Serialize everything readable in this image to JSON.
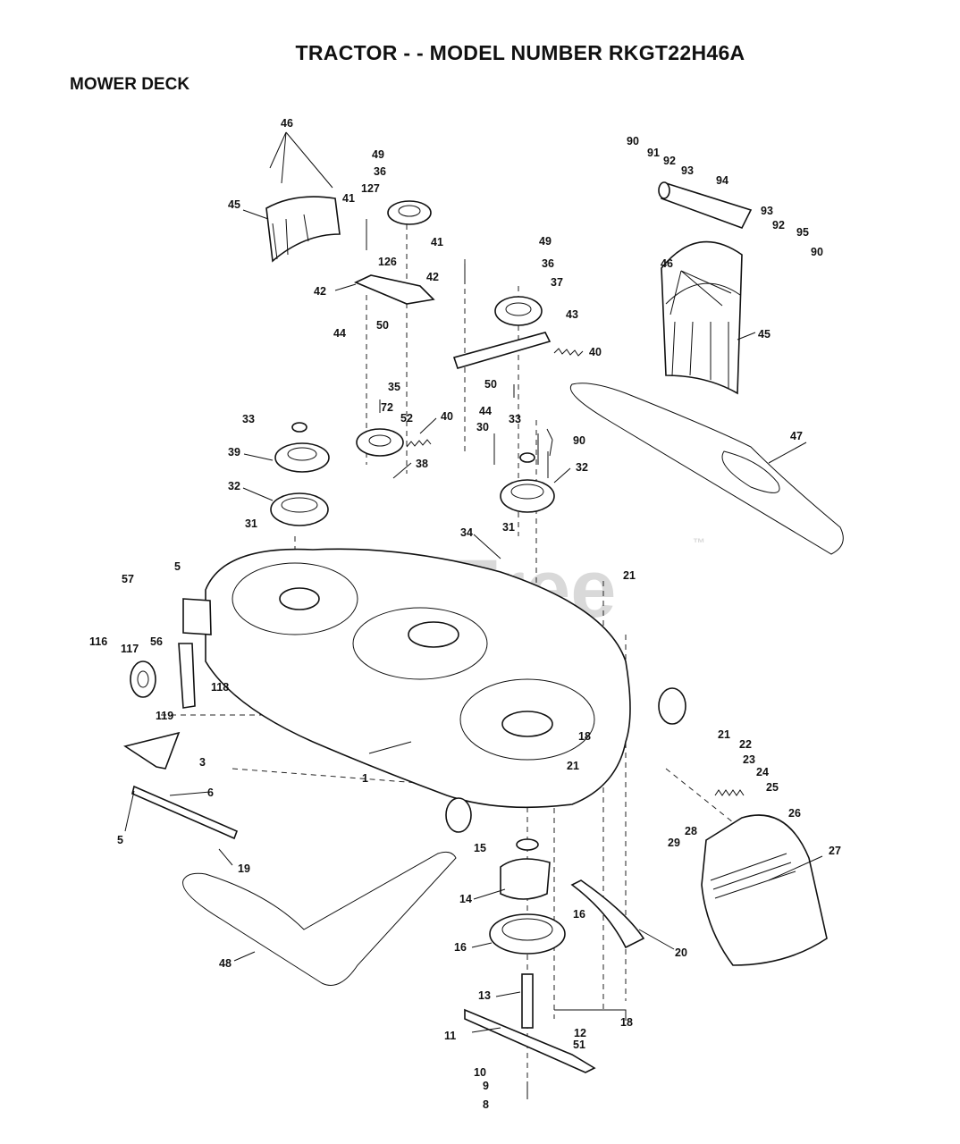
{
  "header": {
    "title": "TRACTOR - - MODEL NUMBER RKGT22H46A",
    "section": "MOWER DECK"
  },
  "watermark": {
    "text": "PartsTree",
    "tm": "™"
  },
  "callouts": [
    {
      "id": "c46a",
      "text": "46"
    },
    {
      "id": "c45a",
      "text": "45"
    },
    {
      "id": "c49a",
      "text": "49"
    },
    {
      "id": "c36a",
      "text": "36"
    },
    {
      "id": "c127",
      "text": "127"
    },
    {
      "id": "c41a",
      "text": "41"
    },
    {
      "id": "c42a",
      "text": "42"
    },
    {
      "id": "c126",
      "text": "126"
    },
    {
      "id": "c44a",
      "text": "44"
    },
    {
      "id": "c50a",
      "text": "50"
    },
    {
      "id": "c41b",
      "text": "41"
    },
    {
      "id": "c42b",
      "text": "42"
    },
    {
      "id": "c49b",
      "text": "49"
    },
    {
      "id": "c36b",
      "text": "36"
    },
    {
      "id": "c37",
      "text": "37"
    },
    {
      "id": "c43",
      "text": "43"
    },
    {
      "id": "c40a",
      "text": "40"
    },
    {
      "id": "c50b",
      "text": "50"
    },
    {
      "id": "c44b",
      "text": "44"
    },
    {
      "id": "c90a",
      "text": "90"
    },
    {
      "id": "c91",
      "text": "91"
    },
    {
      "id": "c92a",
      "text": "92"
    },
    {
      "id": "c93a",
      "text": "93"
    },
    {
      "id": "c94",
      "text": "94"
    },
    {
      "id": "c93b",
      "text": "93"
    },
    {
      "id": "c92b",
      "text": "92"
    },
    {
      "id": "c95",
      "text": "95"
    },
    {
      "id": "c90b",
      "text": "90"
    },
    {
      "id": "c46b",
      "text": "46"
    },
    {
      "id": "c45b",
      "text": "45"
    },
    {
      "id": "c47",
      "text": "47"
    },
    {
      "id": "c35",
      "text": "35"
    },
    {
      "id": "c72",
      "text": "72"
    },
    {
      "id": "c52",
      "text": "52"
    },
    {
      "id": "c40b",
      "text": "40"
    },
    {
      "id": "c33a",
      "text": "33"
    },
    {
      "id": "c39",
      "text": "39"
    },
    {
      "id": "c38",
      "text": "38"
    },
    {
      "id": "c32a",
      "text": "32"
    },
    {
      "id": "c31a",
      "text": "31"
    },
    {
      "id": "c30",
      "text": "30"
    },
    {
      "id": "c33b",
      "text": "33"
    },
    {
      "id": "c90c",
      "text": "90"
    },
    {
      "id": "c32b",
      "text": "32"
    },
    {
      "id": "c31b",
      "text": "31"
    },
    {
      "id": "c34",
      "text": "34"
    },
    {
      "id": "c21a",
      "text": "21"
    },
    {
      "id": "c5a",
      "text": "5"
    },
    {
      "id": "c57",
      "text": "57"
    },
    {
      "id": "c116",
      "text": "116"
    },
    {
      "id": "c117",
      "text": "117"
    },
    {
      "id": "c56",
      "text": "56"
    },
    {
      "id": "c119",
      "text": "119"
    },
    {
      "id": "c118",
      "text": "118"
    },
    {
      "id": "c3",
      "text": "3"
    },
    {
      "id": "c1",
      "text": "1"
    },
    {
      "id": "c6",
      "text": "6"
    },
    {
      "id": "c5b",
      "text": "5"
    },
    {
      "id": "c19",
      "text": "19"
    },
    {
      "id": "c18a",
      "text": "18"
    },
    {
      "id": "c21b",
      "text": "21"
    },
    {
      "id": "c21c",
      "text": "21"
    },
    {
      "id": "c22",
      "text": "22"
    },
    {
      "id": "c23",
      "text": "23"
    },
    {
      "id": "c24",
      "text": "24"
    },
    {
      "id": "c25",
      "text": "25"
    },
    {
      "id": "c26",
      "text": "26"
    },
    {
      "id": "c28",
      "text": "28"
    },
    {
      "id": "c29",
      "text": "29"
    },
    {
      "id": "c27",
      "text": "27"
    },
    {
      "id": "c15",
      "text": "15"
    },
    {
      "id": "c14",
      "text": "14"
    },
    {
      "id": "c16a",
      "text": "16"
    },
    {
      "id": "c16b",
      "text": "16"
    },
    {
      "id": "c20",
      "text": "20"
    },
    {
      "id": "c48",
      "text": "48"
    },
    {
      "id": "c13",
      "text": "13"
    },
    {
      "id": "c18b",
      "text": "18"
    },
    {
      "id": "c12",
      "text": "12"
    },
    {
      "id": "c51",
      "text": "51"
    },
    {
      "id": "c11",
      "text": "11"
    },
    {
      "id": "c10",
      "text": "10"
    },
    {
      "id": "c9",
      "text": "9"
    },
    {
      "id": "c8",
      "text": "8"
    }
  ]
}
